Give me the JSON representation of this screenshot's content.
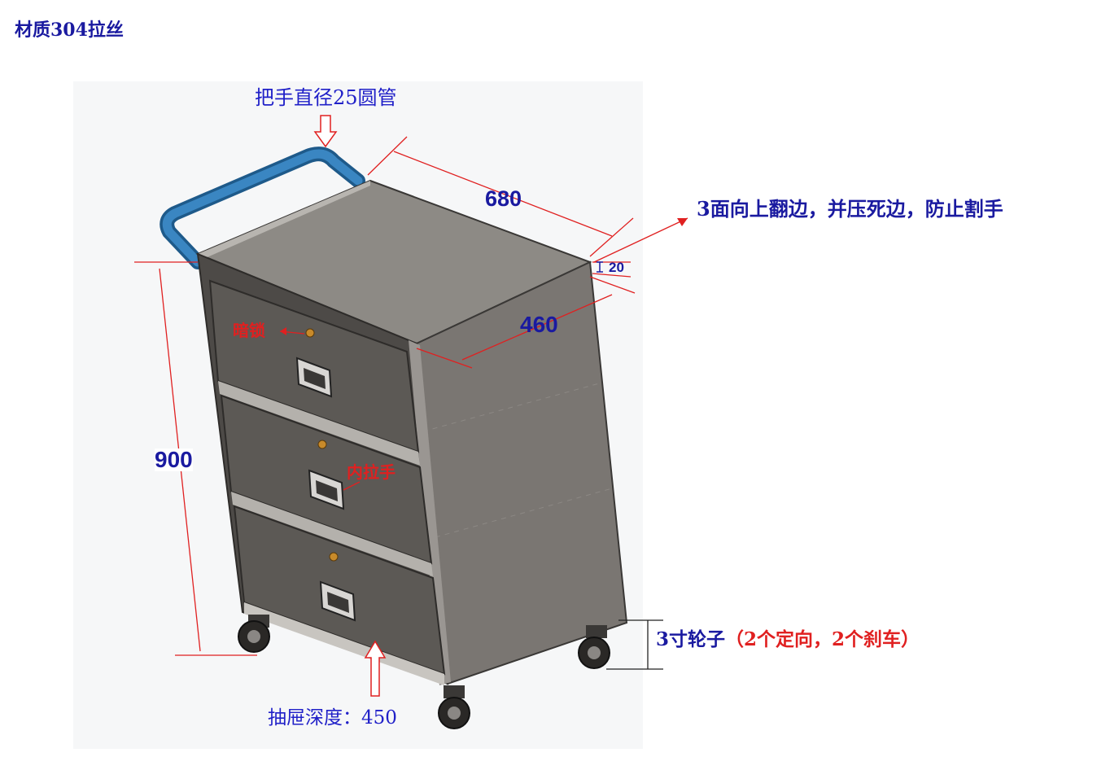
{
  "title": "材质304拉丝",
  "labels": {
    "handle": "把手直径25圆管",
    "width_680": "680",
    "flange": "3面向上翻边，并压死边，防止割手",
    "flange_height": "20",
    "depth_460": "460",
    "height_900": "900",
    "lock": "暗锁",
    "inner_handle": "内拉手",
    "wheel_prefix": "3寸轮子",
    "wheel_detail": "（2个定向，2个刹车）",
    "drawer_depth": "抽屉深度：450"
  },
  "colors": {
    "dimension_blue": "#1a1aa0",
    "annotation_red": "#e02020",
    "handle_blue": "#2a72ad",
    "steel_front": "#5c5955",
    "steel_side": "#7a7672",
    "steel_top": "#8d8a85"
  }
}
